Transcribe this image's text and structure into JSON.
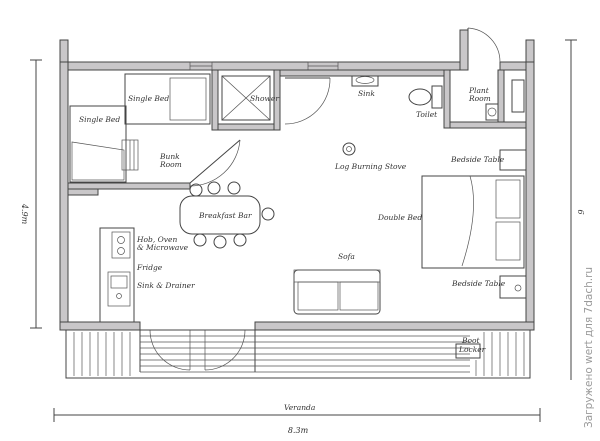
{
  "labels": {
    "single_bed_top": "Single Bed",
    "single_bed_left": "Single Bed",
    "bunk_room": [
      "Bunk",
      "Room"
    ],
    "shower": "Shower",
    "sink": "Sink",
    "toilet": "Toilet",
    "plant_room": [
      "Plant",
      "Room"
    ],
    "log_burning_stove": "Log Burning Stove",
    "bedside_table_top": "Bedside Table",
    "double_bed": "Double Bed",
    "breakfast_bar": "Breakfast Bar",
    "hob_oven": [
      "Hob, Oven",
      "& Microwave"
    ],
    "fridge": "Fridge",
    "sink_drainer": "Sink & Drainer",
    "sofa": "Sofa",
    "bedside_table_bottom": "Bedside Table",
    "boot_locker": [
      "Boot",
      "Locker"
    ],
    "veranda": "Veranda"
  },
  "dimensions": {
    "height": "4.9m",
    "width": "8.3m",
    "right_marker": "6"
  },
  "watermark": "Загружено wert для 7dach.ru"
}
